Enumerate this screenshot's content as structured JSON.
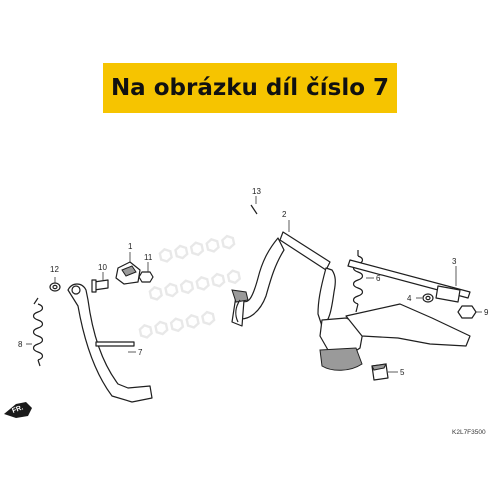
{
  "banner": {
    "text": "Na obrázku díl číslo 7",
    "color": "#f6c400"
  },
  "diagram": {
    "code": "K2L7F3500",
    "direction_marker": "FR.",
    "callouts": [
      "1",
      "2",
      "3",
      "4",
      "5",
      "6",
      "7",
      "8",
      "9",
      "10",
      "11",
      "12",
      "13"
    ]
  }
}
